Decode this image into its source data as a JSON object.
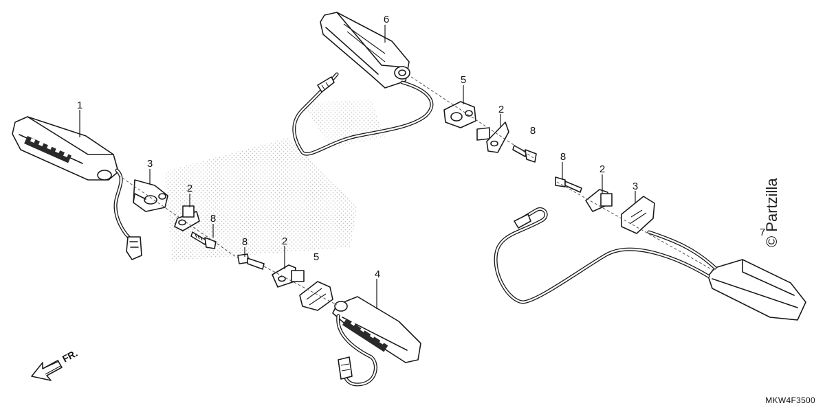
{
  "diagram": {
    "diagram_code": "MKW4F3500",
    "front_indicator": "FR.",
    "watermark": "© Partzilla",
    "callouts": [
      "1",
      "2",
      "3",
      "4",
      "5",
      "6",
      "7",
      "8"
    ]
  }
}
